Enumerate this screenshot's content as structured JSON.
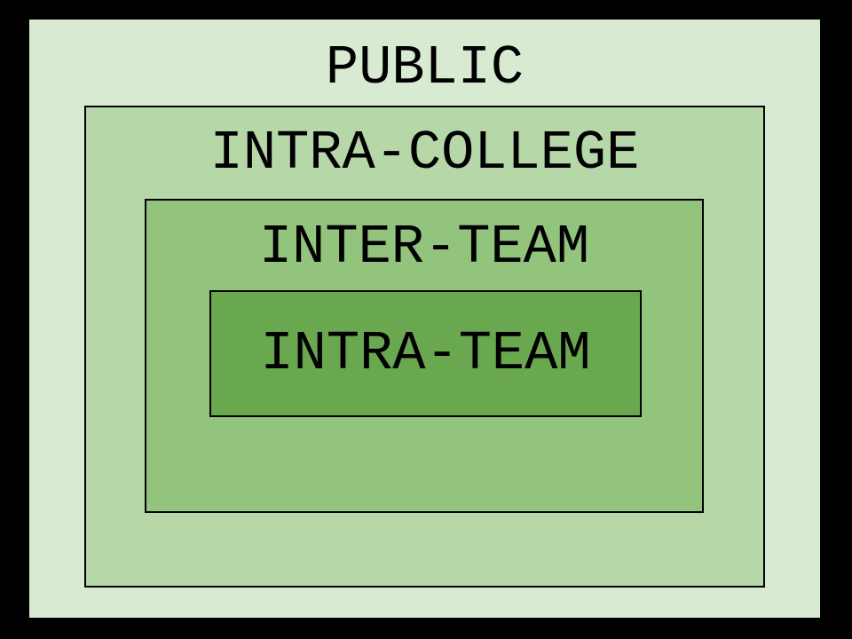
{
  "page": {
    "background_color": "#000000"
  },
  "diagram": {
    "type": "nested-scope-rectangles",
    "border_color": "#000000",
    "text_color": "#000000",
    "levels": [
      {
        "label": "PUBLIC",
        "fill_color": "#d9ead3",
        "depth": 0
      },
      {
        "label": "INTRA-COLLEGE",
        "fill_color": "#b6d7a8",
        "depth": 1
      },
      {
        "label": "INTER-TEAM",
        "fill_color": "#93c47d",
        "depth": 2
      },
      {
        "label": "INTRA-TEAM",
        "fill_color": "#6aa84f",
        "depth": 3
      }
    ]
  }
}
